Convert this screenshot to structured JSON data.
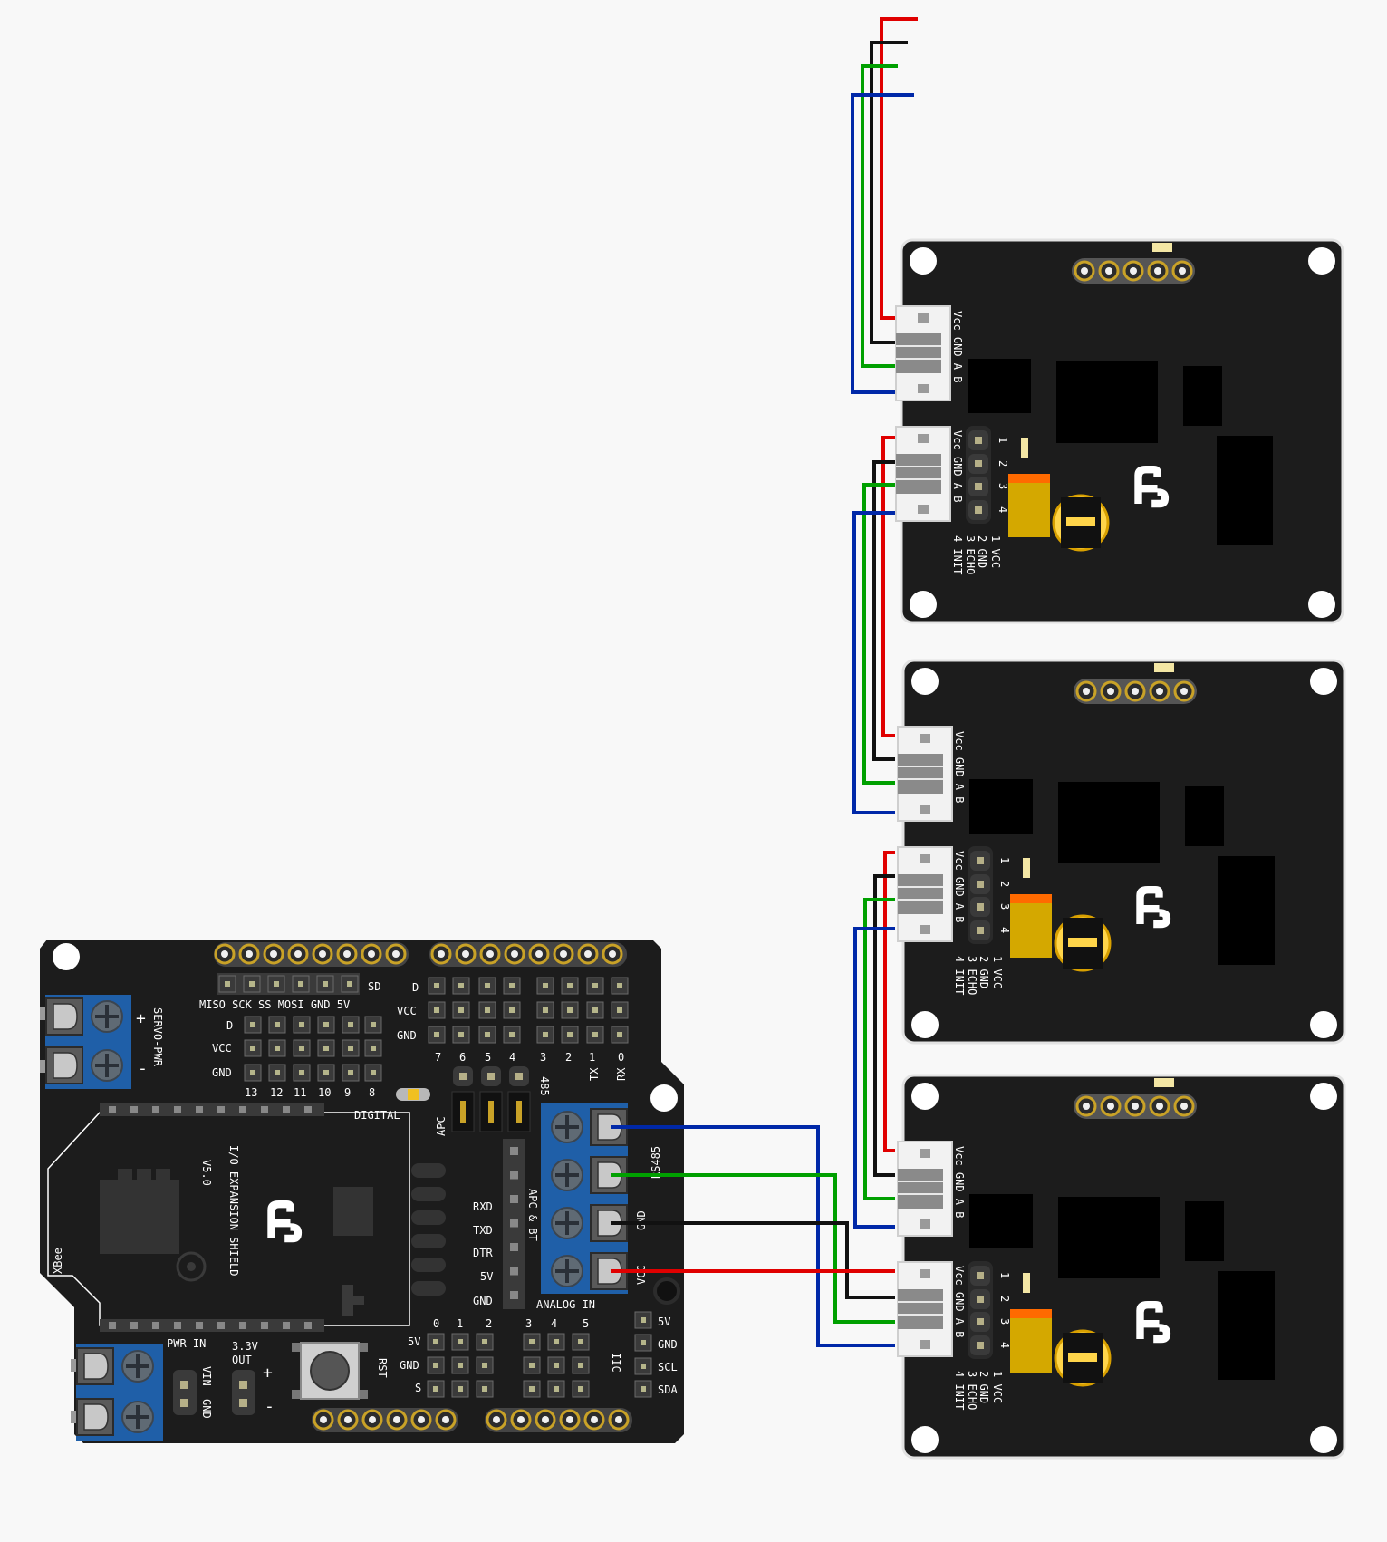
{
  "colors": {
    "background": "#f8f8f8",
    "pcb": "#1c1c1c",
    "terminal_blue": "#1f5fa8",
    "wire_red": "#e00000",
    "wire_black": "#111111",
    "wire_green": "#00a000",
    "wire_blue": "#0028a8",
    "capacitor": "#d4a800",
    "led": "#f3e6a4"
  },
  "shield": {
    "header_top_left": "MISO SCK SS MOSI GND 5V",
    "sd": "SD",
    "servo_pwr": "SERVO-PWR",
    "plus": "+",
    "minus": "-",
    "d": "D",
    "vcc": "VCC",
    "gnd": "GND",
    "pins_13_8": [
      "13",
      "12",
      "11",
      "10",
      "9",
      "8"
    ],
    "pins_7_0": [
      "7",
      "6",
      "5",
      "4",
      "3",
      "2",
      "1",
      "0"
    ],
    "tx": "TX",
    "rx": "RX",
    "rs485_label": "485",
    "apc": "APC",
    "digital": "DIGITAL",
    "title": "I/O EXPANSION SHIELD",
    "version": "V5.0",
    "xbee": "XBee",
    "rxd": "RXD",
    "txd": "TXD",
    "dtr": "DTR",
    "v5": "5V",
    "apc_bt": "APC & BT",
    "rs485": "RS485",
    "term_gnd": "GND",
    "term_vcc": "VCC",
    "analog_in": "ANALOG IN",
    "analog_nums": [
      "0",
      "1",
      "2",
      "3",
      "4",
      "5"
    ],
    "analog_rows": [
      "5V",
      "GND",
      "S"
    ],
    "pwr_in": "PWR IN",
    "vin": "VIN",
    "out_33": "3.3V",
    "out": "OUT",
    "rst": "RST",
    "iic": "IIC",
    "iic_pins": [
      "5V",
      "GND",
      "SCL",
      "SDA"
    ]
  },
  "sensor_board": {
    "conn_pins": "Vcc GND A B",
    "jumper_nums": [
      "1",
      "2",
      "3",
      "4"
    ],
    "bottom_pins": [
      "1 VCC",
      "2 GND",
      "3 ECHO",
      "4 INIT"
    ]
  }
}
